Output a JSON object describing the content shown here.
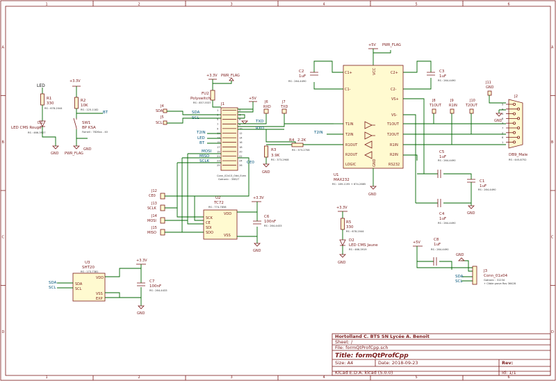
{
  "frame": {
    "col_labels": [
      "1",
      "2",
      "3",
      "4",
      "5",
      "6"
    ],
    "row_labels": [
      "A",
      "B",
      "C",
      "D"
    ]
  },
  "title_block": {
    "company": "Hortolland C. BTS SN Lycée A. Benoit",
    "sheet": "Sheet: /",
    "file": "File: formQtProfCpp.sch",
    "title": "Title: formQtProfCpp",
    "size": "Size: A4",
    "date": "Date: 2018-09-23",
    "rev": "Rev:",
    "tool": "KiCad E.D.A.  kicad (5.0.0)",
    "id": "Id: 1/1"
  },
  "components": {
    "led_label": "LED",
    "r1": "R1",
    "r1_val": "330",
    "r1_ref": "RS : 678-2044",
    "d1": "D1",
    "d1_val": "LED CMS Rouge",
    "d1_ref": "RS : 466-3927",
    "r2": "R2",
    "r2_val": "10K",
    "r2_ref": "RS : 125-1182",
    "v33_r2": "+3.3V",
    "bt": "BT",
    "sw1": "SW1",
    "sw1_val": "BP KSA",
    "sw1_ref": "Farnell : 7826xx - 40",
    "gnd": "GND",
    "pwr_flag": "PWR_FLAG",
    "fu2": "FU2",
    "fu2_val": "Polyswitch",
    "fu2_ref": "RS : 857-5537",
    "v33_fu": "+3.3V",
    "j1": "J1",
    "j1_val": "Conn_02x13_Odd_Even",
    "j1_ref": "Gotronic : 35827",
    "v5_j1": "+5V",
    "j4": "J4",
    "j5": "J5",
    "sda": "SDA",
    "scl": "SCL",
    "j6": "J6",
    "j7": "J7",
    "rxd": "RXD",
    "txd": "TXD",
    "sig_txd": "TXD",
    "sig_rxd": "RXD",
    "sig_t2in": "T2IN",
    "sig_led": "LED",
    "sig_bt": "BT",
    "sig_mosi": "MOSI",
    "sig_miso": "MISO",
    "sig_sclk": "SCLK",
    "sig_ceo": "CE0",
    "r3": "R3",
    "r3_val": "3.9K",
    "r3_ref": "RS : 373-2908",
    "r4": "R4",
    "r4_val": "2.2K",
    "r4_ref": "RS : 373-2706",
    "c2": "C2",
    "c2_val": "1uF",
    "c2_ref": "RS : 264-4490",
    "c3": "C3",
    "c3_val": "1uF",
    "c3_ref": "RS : 264-4490",
    "v5_u1": "+5V",
    "u1": "U1",
    "u1_val": "MAX232",
    "u1_ref": "RS : 189-1195 + 674-2685",
    "u1_pins": {
      "c1p": "C1+",
      "c1m": "C1-",
      "c2p": "C2+",
      "c2m": "C2-",
      "vsp": "VS+",
      "vsm": "VS-",
      "t1in": "T1IN",
      "t2in": "T2IN",
      "r1out": "R1OUT",
      "r2out": "R2OUT",
      "t1out": "T1OUT",
      "t2out": "T2OUT",
      "r1in": "R1IN",
      "r2in": "R2IN",
      "logic": "LOGIC",
      "rs232": "RS232",
      "vcc": "VCC",
      "gnd": "GND"
    },
    "j8": "J8",
    "j9": "J9",
    "j10": "J10",
    "j11": "J11",
    "t1out_tp": "T1OUT",
    "r1in_tp": "R1IN",
    "t2out_tp": "T2OUT",
    "j2": "J2",
    "j2_val": "DB9_Male",
    "j2_ref": "RS : 445-8752",
    "c5": "C5",
    "c5_val": "1uF",
    "c5_ref": "RS : 264-4490",
    "c4": "C4",
    "c4_val": "1uF",
    "c4_ref": "RS : 264-4490",
    "c1": "C1",
    "c1_val": "1uF",
    "c1_ref": "RS : 264-4490",
    "j12": "J12",
    "j13": "J13",
    "j14": "J14",
    "j15": "J15",
    "ceo_j": "CE0",
    "sclk_j": "SCLK",
    "mosi_j": "MOSI",
    "miso_j": "MISO",
    "u2": "U2",
    "u2_val": "TC72",
    "u2_ref": "RS : 774-7858",
    "u2_pins": {
      "vdd": "VDD",
      "sck": "SCK",
      "ce": "CE",
      "sdi": "SDI",
      "sdo": "SDO",
      "vss": "VSS"
    },
    "v33_u2": "+3.3V",
    "c6": "C6",
    "c6_val": "100nF",
    "c6_ref": "RS : 264-4433",
    "r5": "R5",
    "r5_val": "330",
    "r5_ref": "RS : 678-2044",
    "v33_r5": "+3.3V",
    "d2": "D2",
    "d2_val": "LED CMS Jaune",
    "d2_ref": "RS : 466-3919",
    "u3": "U3",
    "u3_val": "SHT20",
    "u3_ref": "RS : 173-7381",
    "u3_pins": {
      "vdd": "VDD",
      "sda": "SDA",
      "scl": "SCL",
      "vss": "VSS",
      "exp": "EXP"
    },
    "v33_u3": "+3.3V",
    "c7": "C7",
    "c7_val": "100nF",
    "c7_ref": "RS : 264-4433",
    "v5_c8": "+5V",
    "c8": "C8",
    "c8_val": "1uF",
    "c8_ref": "RS : 264-4490",
    "j3": "J3",
    "j3_val": "Conn_01x04",
    "j3_ref": "Gotronic : 31234",
    "j3_ref2": "+ Câble grove Rov 36428",
    "pwr_flag_u1": "PWR_FLAG"
  }
}
